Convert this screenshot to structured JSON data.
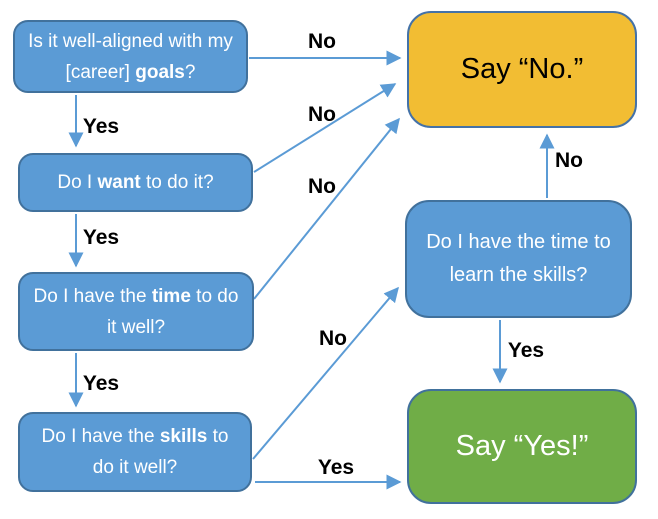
{
  "diagram": {
    "type": "decision-flowchart",
    "colors": {
      "question_fill": "#5B9BD5",
      "question_border": "#41719C",
      "question_text": "#FFFFFF",
      "say_no_fill": "#F2BD33",
      "say_no_text": "#000000",
      "say_yes_fill": "#70AD47",
      "say_yes_text": "#FFFFFF",
      "arrow": "#5B9BD5",
      "edge_label_text": "#000000"
    },
    "nodes": {
      "goals": {
        "pre": "Is it well-aligned with my [career] ",
        "bold": "goals",
        "post": "?"
      },
      "want": {
        "pre": "Do I ",
        "bold": "want",
        "post": " to do it?"
      },
      "time": {
        "pre": "Do I have the ",
        "bold": "time",
        "post": " to do it well?"
      },
      "skills": {
        "pre": "Do I have the ",
        "bold": "skills",
        "post": " to do it well?"
      },
      "learn": {
        "pre": "Do I have the time to learn the skills?",
        "bold": "",
        "post": ""
      },
      "say_no": {
        "label": "Say “No.”"
      },
      "say_yes": {
        "label": "Say “Yes!”"
      }
    },
    "edge_labels": {
      "goals_no": "No",
      "goals_yes": "Yes",
      "want_no": "No",
      "want_yes": "Yes",
      "time_no": "No",
      "time_yes": "Yes",
      "skills_no": "No",
      "skills_yes": "Yes",
      "learn_no": "No",
      "learn_yes": "Yes"
    },
    "edges": [
      {
        "from": "goals",
        "to": "say_no",
        "label": "No"
      },
      {
        "from": "goals",
        "to": "want",
        "label": "Yes"
      },
      {
        "from": "want",
        "to": "say_no",
        "label": "No"
      },
      {
        "from": "want",
        "to": "time",
        "label": "Yes"
      },
      {
        "from": "time",
        "to": "say_no",
        "label": "No"
      },
      {
        "from": "time",
        "to": "skills",
        "label": "Yes"
      },
      {
        "from": "skills",
        "to": "learn",
        "label": "No"
      },
      {
        "from": "skills",
        "to": "say_yes",
        "label": "Yes"
      },
      {
        "from": "learn",
        "to": "say_no",
        "label": "No"
      },
      {
        "from": "learn",
        "to": "say_yes",
        "label": "Yes"
      }
    ]
  }
}
